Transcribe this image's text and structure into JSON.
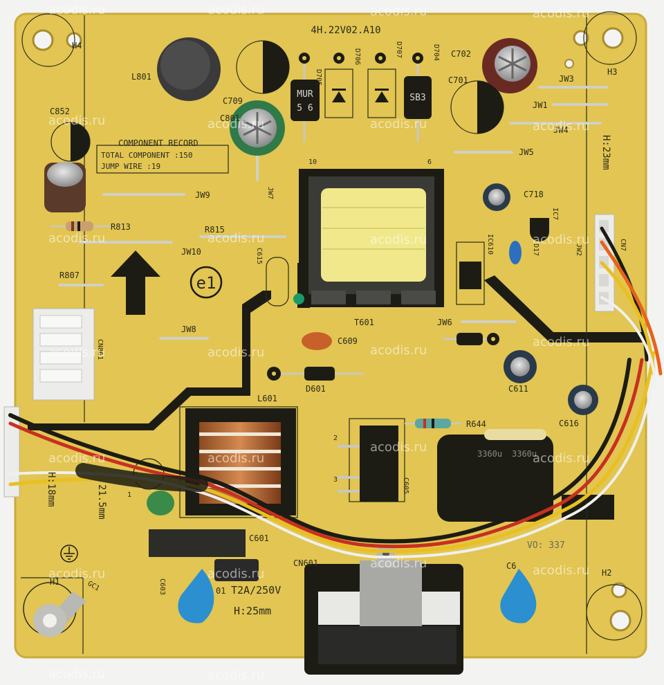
{
  "board": {
    "part_number": "4H.22V02.A10",
    "component_record": {
      "title": "COMPONENT RECORD",
      "total": "TOTAL COMPONENT :150",
      "jump": "JUMP WIRE :19"
    },
    "e_mark": "e1",
    "fuse": "T2A/250V",
    "fuse_prefix": "01",
    "heights": {
      "h25": "H:25mm",
      "h18": "H:18mm",
      "h23": "H:23mm",
      "d215": "21.5mm"
    },
    "serial": "VO: 337",
    "cap_marking": "3360u",
    "diode_marks": [
      "MUR",
      "5 6",
      "SB3"
    ],
    "labels": {
      "l801": "L801",
      "c709": "C709",
      "c801": "C801",
      "d705": "D705",
      "d706": "D706",
      "d707": "D707",
      "d704": "D704",
      "c702": "C702",
      "c701": "C701",
      "c852": "C852",
      "jw3": "JW3",
      "jw1": "JW1",
      "jw4": "JW4",
      "jw5": "JW5",
      "jw9": "JW9",
      "jw7": "JW7",
      "r813": "R813",
      "r815": "R815",
      "jw10": "JW10",
      "c615": "C615",
      "c718": "C718",
      "ic7": "IC7",
      "ic610": "IC610",
      "jw2": "JW2",
      "d17": "D17",
      "cn7": "CN7",
      "r807": "R807",
      "t601": "T601",
      "jw6": "JW6",
      "jw8": "JW8",
      "cn861": "CN861",
      "c609": "C609",
      "d601": "D601",
      "c611": "C611",
      "c616": "C616",
      "l601": "L601",
      "r644": "R644",
      "c605": "C605",
      "c601": "C601",
      "cn601": "CN601",
      "h1": "H1",
      "h2": "H2",
      "h3": "H3",
      "h4": "H4",
      "gc1": "GC1",
      "c603": "C603",
      "c6": "C6",
      "pin10": "10",
      "pin6": "6",
      "pin1": "1",
      "pin2": "2",
      "pin3": "3"
    }
  },
  "watermark": "acodis.ru",
  "colors": {
    "pcb": "#e2c552",
    "trace": "#1c1c14",
    "silk": "#2a2a1c",
    "transformer_tape": "#f0e88a",
    "ycap": "#2b8fd0"
  }
}
